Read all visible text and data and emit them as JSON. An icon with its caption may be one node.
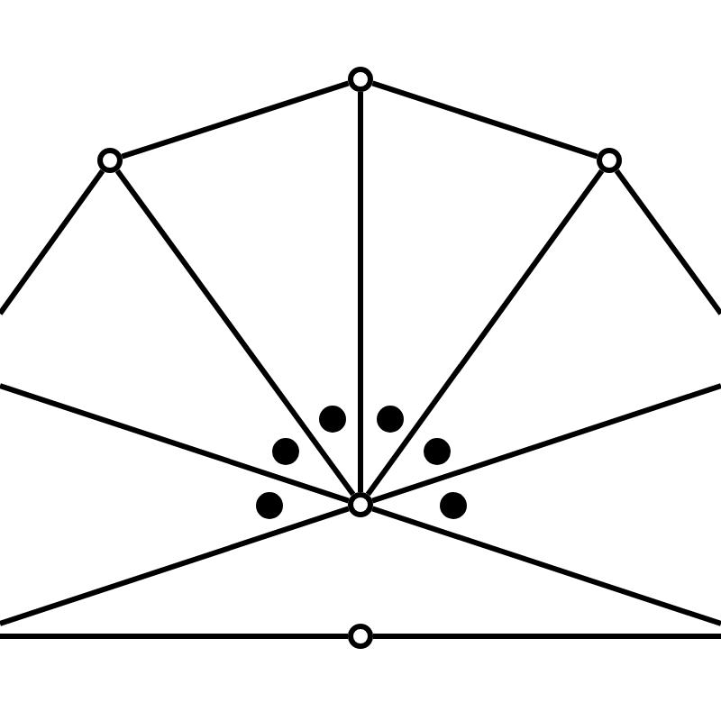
{
  "diagram": {
    "nodes": [
      {
        "text": [],
        "shape": "circle"
      },
      {
        "text": [],
        "shape": "circle"
      },
      {
        "text": [],
        "shape": "circle"
      },
      {
        "text": [],
        "shape": "circle"
      },
      {
        "text": [],
        "shape": "circle"
      }
    ],
    "edges": [
      {
        "from": 0,
        "to": 1,
        "arrow": "none"
      },
      {
        "from": 0,
        "to": 2,
        "arrow": "none"
      },
      {
        "from": 0,
        "to": 3,
        "arrow": "none"
      },
      {
        "from": 1,
        "to": 3,
        "arrow": "none"
      },
      {
        "from": 2,
        "to": 3,
        "arrow": "none"
      },
      {
        "from": 1,
        "to": null,
        "arrow": "none"
      },
      {
        "from": 2,
        "to": null,
        "arrow": "none"
      },
      {
        "from": 3,
        "to": null,
        "arrow": "none"
      },
      {
        "from": 3,
        "to": null,
        "arrow": "none"
      },
      {
        "from": 3,
        "to": null,
        "arrow": "none"
      },
      {
        "from": 3,
        "to": null,
        "arrow": "none"
      },
      {
        "from": 4,
        "to": null,
        "arrow": "none"
      },
      {
        "from": 4,
        "to": null,
        "arrow": "none"
      }
    ]
  }
}
